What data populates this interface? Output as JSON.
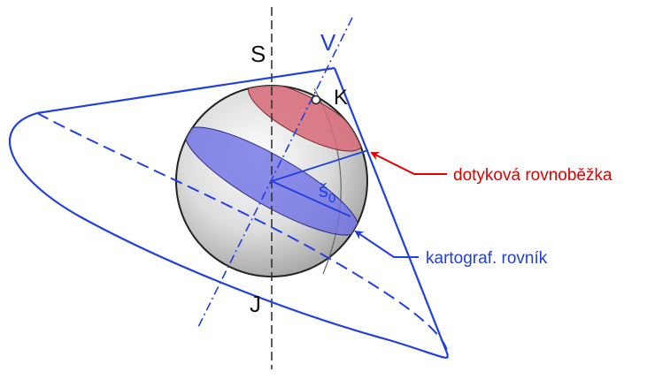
{
  "labels": {
    "north": "S",
    "south": "J",
    "vertex": "V",
    "pole_point": "K",
    "angle_symbol": "š",
    "angle_subscript": "0",
    "tangent_parallel": "dotyková rovnoběžka",
    "cartographic_equator": "kartograf. rovník"
  },
  "colors": {
    "cone_lines": "#1f3fe0",
    "tangent_arrow": "#e00000",
    "tangent_label": "#e00000",
    "equator_arrow": "#1f3fe0",
    "equator_label": "#1f3fe0",
    "tangent_band_fill": "#d96b78",
    "equator_band_fill": "#6f6fe6",
    "axis_dash": "#333333",
    "sphere_outline": "#222222"
  }
}
